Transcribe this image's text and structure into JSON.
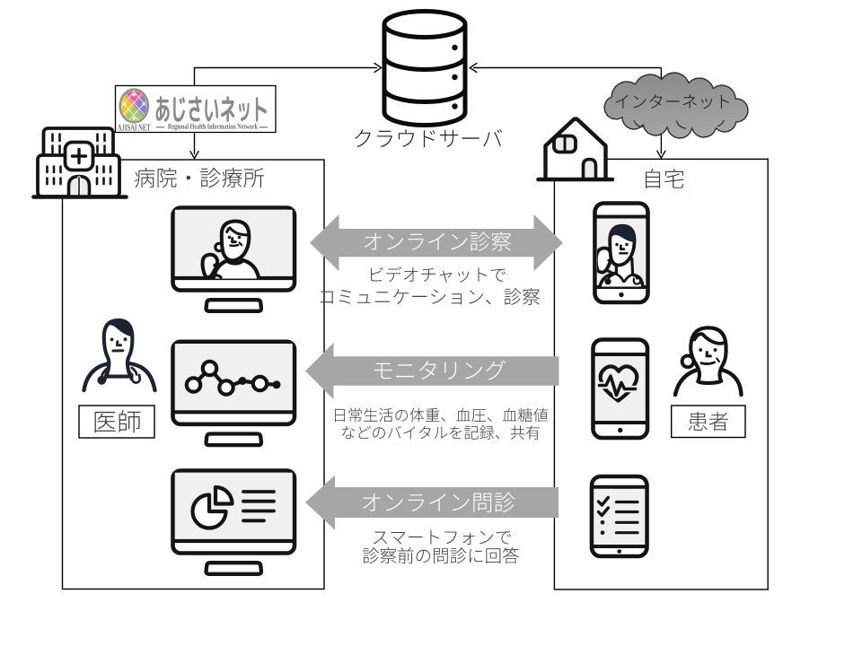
{
  "colors": {
    "background": "#ffffff",
    "outline": "#000000",
    "icon_stroke": "#141414",
    "label_text": "#3f3f3f",
    "arrow_fill": "#a6a6a6",
    "arrow_text": "#ffffff",
    "screen_fill": "#f0f0f0",
    "cloud_fill_top": "#8c8c8c",
    "cloud_fill_bottom": "#a2a2a2",
    "logo_text": "#8a8a8a",
    "logo_pink": "#e0649b",
    "logo_purple": "#8f7ec0",
    "logo_green": "#a0cc70",
    "logo_yellow": "#eec832"
  },
  "cloud_server": {
    "label": "クラウドサーバ"
  },
  "internet": {
    "label": "インターネット"
  },
  "ajisai_net_logo": {
    "title": "あじさいネット",
    "abbreviation": "AJISAI NET",
    "subtitle": "Regional Health Information Network"
  },
  "hospital": {
    "label": "病院・診療所",
    "person_label": "医師"
  },
  "home": {
    "label": "自宅",
    "person_label": "患者"
  },
  "flows": [
    {
      "title": "オンライン診察",
      "direction": "both",
      "description_lines": [
        "ビデオチャットで",
        "コミュニケーション、診察"
      ]
    },
    {
      "title": "モニタリング",
      "direction": "to-hospital",
      "description_lines": [
        "日常生活の体重、血圧、血糖値",
        "などのバイタルを記録、共有"
      ]
    },
    {
      "title": "オンライン問診",
      "direction": "to-hospital",
      "description_lines": [
        "スマートフォンで",
        "診察前の問診に回答"
      ]
    }
  ]
}
